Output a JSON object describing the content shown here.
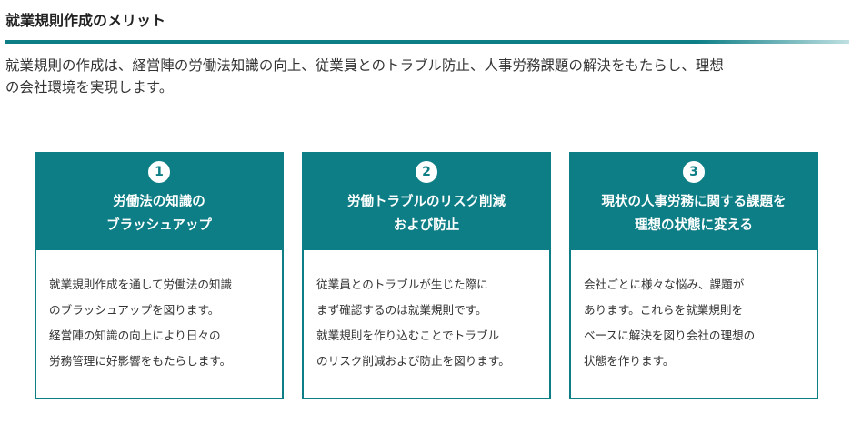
{
  "section": {
    "title": "就業規則作成のメリット",
    "intro_line1": "就業規則の作成は、経営陣の労働法知識の向上、従業員とのトラブル防止、人事労務課題の解決をもたらし、理想",
    "intro_line2": "の会社環境を実現します。"
  },
  "colors": {
    "accent": "#0e7e86"
  },
  "cards": [
    {
      "number": "1",
      "title": "労働法の知識の\nブラッシュアップ",
      "lines": [
        "就業規則作成を通して労働法の知識",
        "のブラッシュアップを図ります。",
        "経営陣の知識の向上により日々の",
        "労務管理に好影響をもたらします。"
      ]
    },
    {
      "number": "2",
      "title": "労働トラブルのリスク削減\nおよび防止",
      "lines": [
        "従業員とのトラブルが生じた際に",
        "まず確認するのは就業規則です。",
        "就業規則を作り込むことでトラブル",
        "のリスク削減および防止を図ります。"
      ]
    },
    {
      "number": "3",
      "title": "現状の人事労務に関する課題を\n理想の状態に変える",
      "lines": [
        "会社ごとに様々な悩み、課題が",
        "あります。これらを就業規則を",
        "ベースに解決を図り会社の理想の",
        "状態を作ります。"
      ]
    }
  ]
}
